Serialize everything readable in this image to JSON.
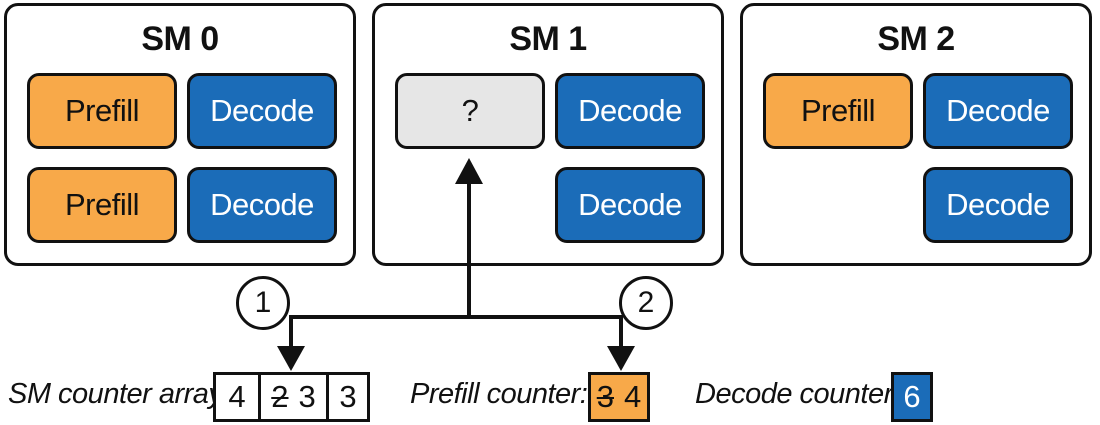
{
  "sms": [
    {
      "title": "SM 0",
      "rows": [
        [
          "Prefill",
          "Decode"
        ],
        [
          "Prefill",
          "Decode"
        ]
      ]
    },
    {
      "title": "SM 1",
      "rows": [
        [
          "?",
          "Decode"
        ],
        [
          "",
          "Decode"
        ]
      ]
    },
    {
      "title": "SM 2",
      "rows": [
        [
          "Prefill",
          "Decode"
        ],
        [
          "",
          "Decode"
        ]
      ]
    }
  ],
  "markers": [
    "1",
    "2"
  ],
  "sm_counter": {
    "label": "SM counter array:",
    "cells": [
      {
        "old": "",
        "value": "4"
      },
      {
        "old": "2",
        "value": "3"
      },
      {
        "old": "",
        "value": "3"
      }
    ]
  },
  "prefill_counter": {
    "label": "Prefill counter:",
    "old": "3",
    "value": "4"
  },
  "decode_counter": {
    "label": "Decode counter:",
    "value": "6"
  },
  "colors": {
    "prefill": "#f8a949",
    "decode": "#1b6cb8",
    "unknown": "#e6e6e6",
    "stroke": "#111111"
  }
}
